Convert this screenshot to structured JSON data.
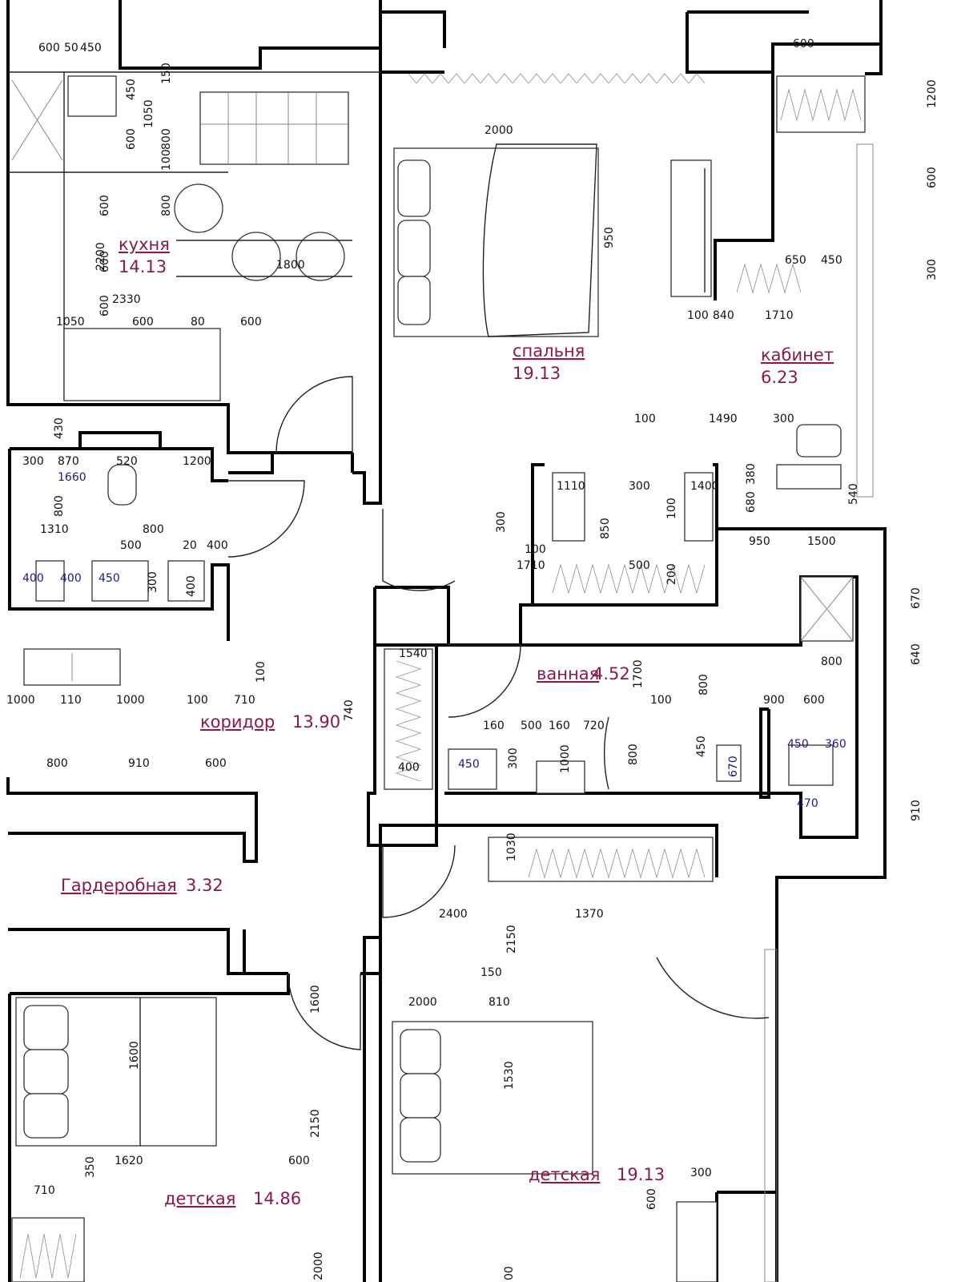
{
  "rooms": [
    {
      "name": "кухня",
      "area": "14.13"
    },
    {
      "name": "спальня",
      "area": "19.13"
    },
    {
      "name": "кабинет",
      "area": "6.23"
    },
    {
      "name": "ванная",
      "area": "4.52"
    },
    {
      "name": "коридор",
      "area": "13.90"
    },
    {
      "name": "Гардеробная",
      "area": "3.32"
    },
    {
      "name": "детская",
      "area": "14.86"
    },
    {
      "name": "детская",
      "area": "19.13"
    }
  ],
  "dims": [
    "600",
    "50",
    "450",
    "450",
    "150",
    "1050",
    "600",
    "800",
    "100",
    "600",
    "800",
    "600",
    "1800",
    "2330",
    "1050",
    "600",
    "600",
    "80",
    "600",
    "2200",
    "2000",
    "950",
    "600",
    "1200",
    "600",
    "300",
    "650",
    "450",
    "100",
    "840",
    "1710",
    "100",
    "1490",
    "300",
    "380",
    "680",
    "540",
    "950",
    "1500",
    "300",
    "1110",
    "300",
    "1400",
    "850",
    "100",
    "100",
    "1710",
    "500",
    "200",
    "430",
    "300",
    "870",
    "520",
    "1200",
    "1660",
    "800",
    "1310",
    "800",
    "500",
    "20",
    "400",
    "400",
    "400",
    "450",
    "300",
    "400",
    "100",
    "1000",
    "110",
    "1000",
    "100",
    "710",
    "670",
    "640",
    "1540",
    "740",
    "800",
    "1700",
    "100",
    "900",
    "600",
    "800",
    "160",
    "500",
    "160",
    "720",
    "800",
    "450",
    "450",
    "360",
    "670",
    "400",
    "450",
    "300",
    "1000",
    "470",
    "910",
    "800",
    "910",
    "600",
    "1030",
    "2400",
    "1370",
    "2150",
    "150",
    "2000",
    "810",
    "1600",
    "1600",
    "1530",
    "2150",
    "1620",
    "600",
    "710",
    "350",
    "300",
    "600",
    "2000",
    "00"
  ]
}
